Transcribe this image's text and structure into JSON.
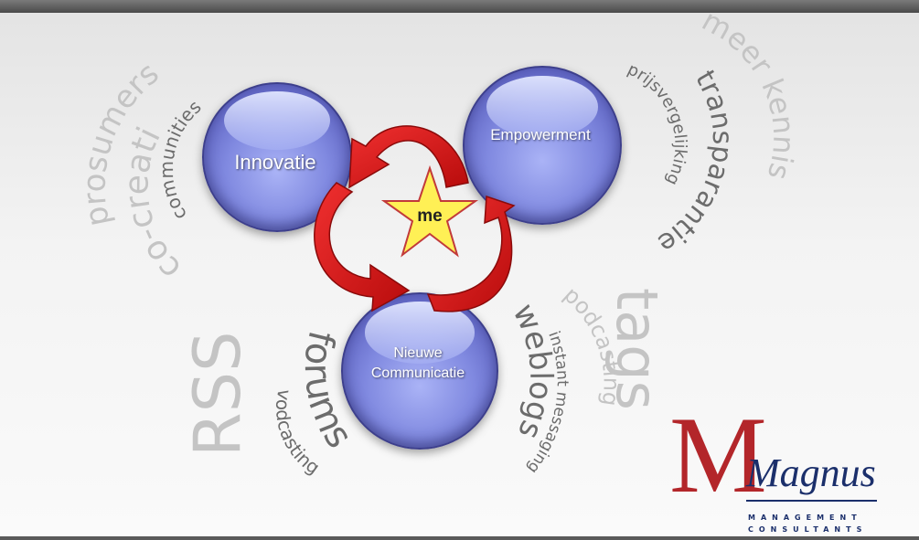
{
  "spheres": {
    "innovatie": "Innovatie",
    "empowerment": "Empowerment",
    "nieuwe_line1": "Nieuwe",
    "nieuwe_line2": "Communicatie"
  },
  "center": {
    "label": "me"
  },
  "words": {
    "prosumers": "prosumers",
    "cocreatie": "co-creatie",
    "communities": "communities",
    "meer_kennis": "meer kennis",
    "transparantie": "transparantie",
    "prijsvergelijking": "prijsvergelijking",
    "rss": "RSS",
    "forums": "forums",
    "vodcasting": "vodcasting",
    "weblogs": "weblogs",
    "podcasting": "podcasting",
    "instant_messaging": "instant messaging",
    "tags": "tags"
  },
  "logo": {
    "letter": "M",
    "name": "Magnus",
    "sub1": "MANAGEMENT",
    "sub2": "CONSULTANTS"
  },
  "colors": {
    "sphere": "#7f87df",
    "arrow": "#d81414",
    "star": "#ffee55",
    "logo_red": "#b3262a",
    "logo_blue": "#1b2f6b"
  }
}
